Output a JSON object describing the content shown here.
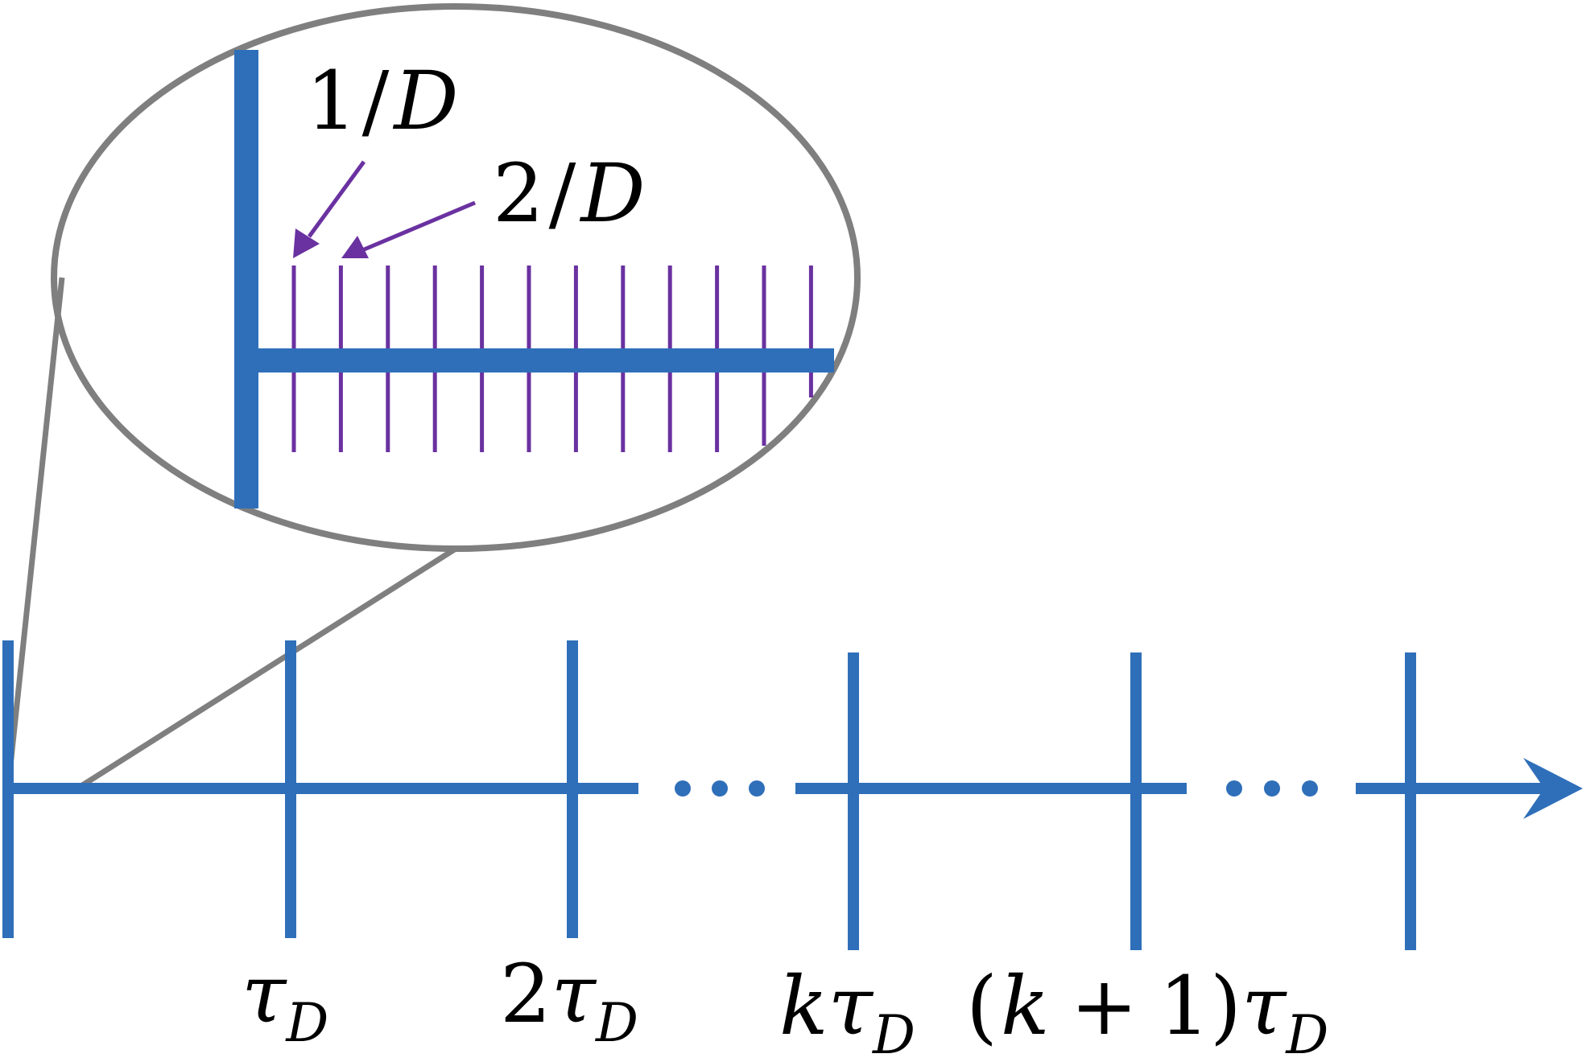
{
  "diagram": {
    "colors": {
      "axis": "#2F6FB9",
      "subticks": "#6A31A0",
      "magnifier": "#7F7F7F",
      "text": "#000000",
      "background": "#FFFFFF"
    },
    "main_axis": {
      "tick_labels": [
        {
          "coef": "",
          "var": "τ",
          "sub": "D",
          "paren_open": "",
          "paren_k": "",
          "paren_op": "",
          "paren_one": "",
          "paren_close": ""
        },
        {
          "coef": "2",
          "var": "τ",
          "sub": "D",
          "paren_open": "",
          "paren_k": "",
          "paren_op": "",
          "paren_one": "",
          "paren_close": ""
        },
        {
          "coef": "k",
          "var": "τ",
          "sub": "D",
          "paren_open": "",
          "paren_k": "",
          "paren_op": "",
          "paren_one": "",
          "paren_close": ""
        },
        {
          "coef": "",
          "var": "τ",
          "sub": "D",
          "paren_open": "(",
          "paren_k": "k",
          "paren_op": "+",
          "paren_one": "1",
          "paren_close": ")"
        }
      ],
      "ellipsis": "…",
      "arrow": "right"
    },
    "zoom_inset": {
      "subtick_count": 12,
      "labels": [
        {
          "num": "1",
          "slash": "/",
          "den": "D"
        },
        {
          "num": "2",
          "slash": "/",
          "den": "D"
        }
      ]
    }
  }
}
